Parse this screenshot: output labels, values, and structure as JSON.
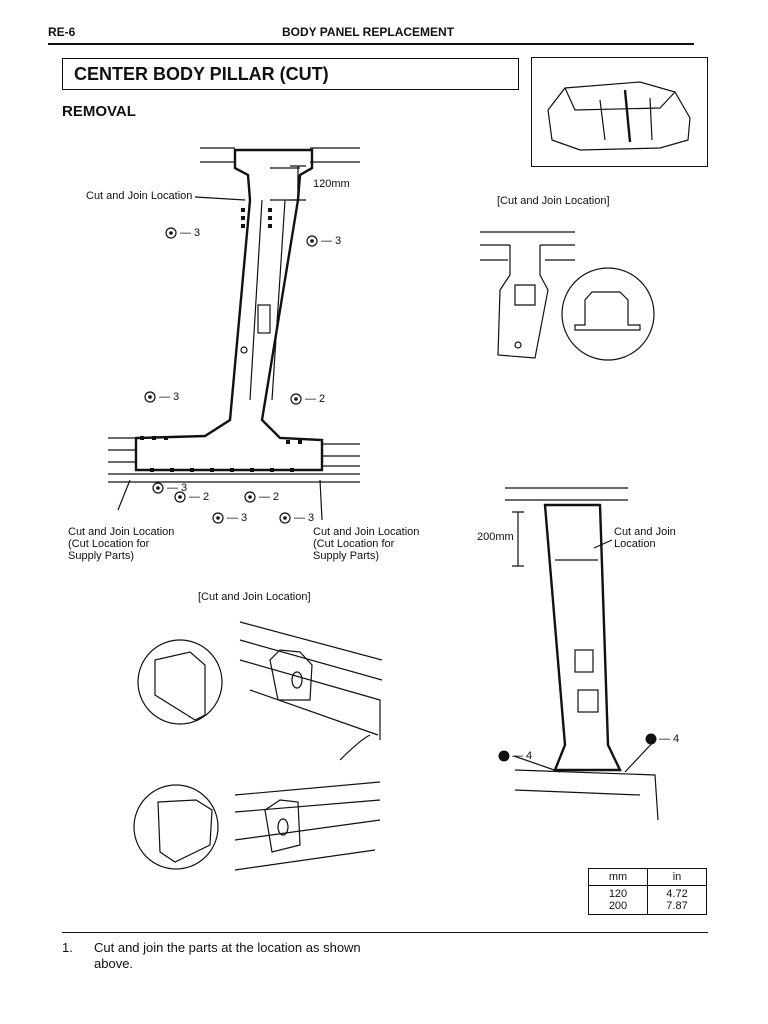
{
  "header": {
    "page_id": "RE-6",
    "section_title": "BODY PANEL REPLACEMENT"
  },
  "title": "CENTER BODY PILLAR (CUT)",
  "subtitle": "REMOVAL",
  "labels": {
    "cut_join": "Cut and Join Location",
    "dim_120": "120mm",
    "dim_200": "200mm",
    "cut_join_bracket": "[Cut and Join Location]",
    "cut_join_supply_left": "Cut and Join Location\n(Cut Location for\nSupply Parts)",
    "cut_join_supply_right": "Cut and Join Location\n(Cut Location for\nSupply Parts)",
    "cut_join_right": "Cut and Join\nLocation"
  },
  "weld_marks": {
    "w3": "— 3",
    "w2": "— 2",
    "w4": "— 4"
  },
  "conversion_table": {
    "headers": [
      "mm",
      "in"
    ],
    "mm_values": "120\n200",
    "in_values": "4.72\n7.87"
  },
  "steps": [
    {
      "num": "1.",
      "text": "Cut and join the parts at the location as shown above."
    }
  ]
}
